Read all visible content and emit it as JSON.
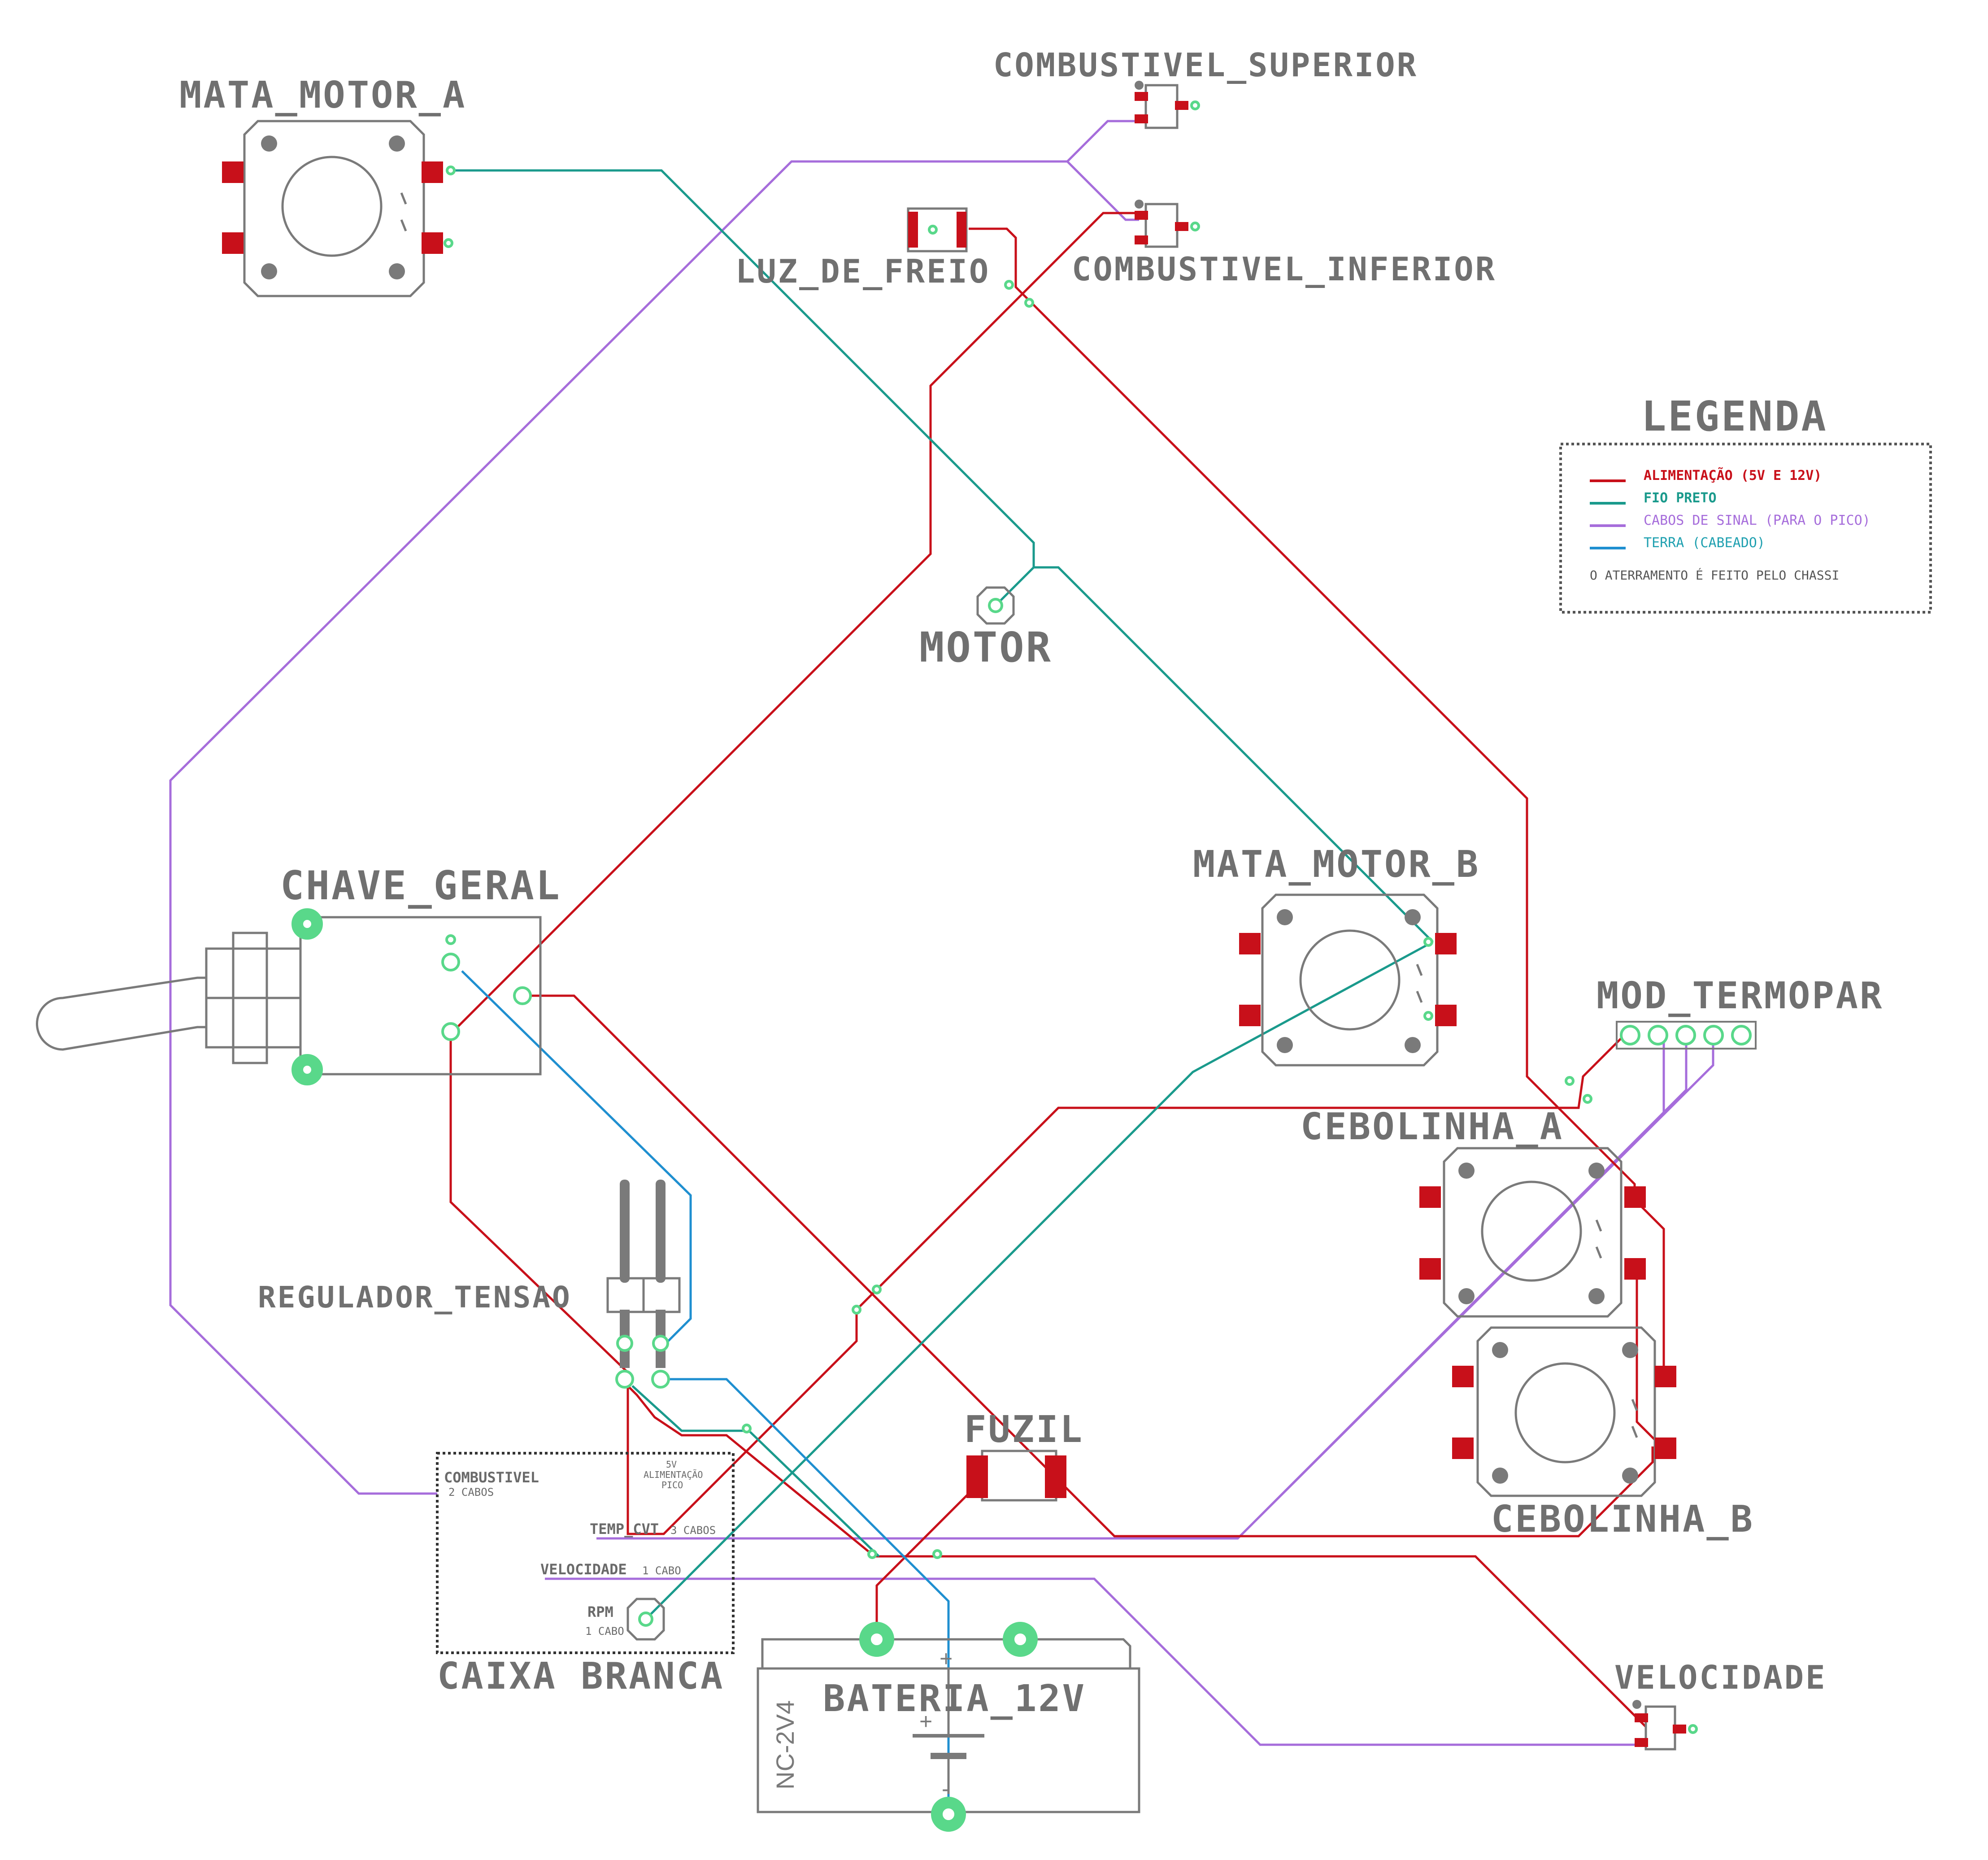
{
  "components": {
    "mata_motor_a": "MATA_MOTOR_A",
    "combustivel_superior": "COMBUSTIVEL_SUPERIOR",
    "combustivel_inferior": "COMBUSTIVEL_INFERIOR",
    "luz_de_freio": "LUZ_DE_FREIO",
    "motor": "MOTOR",
    "chave_geral": "CHAVE_GERAL",
    "mata_motor_b": "MATA_MOTOR_B",
    "mod_termopar": "MOD_TERMOPAR",
    "cebolinha_a": "CEBOLINHA_A",
    "cebolinha_b": "CEBOLINHA_B",
    "regulador_tensao": "REGULADOR_TENSAO",
    "fuzil": "FUZIL",
    "caixa_branca": "CAIXA BRANCA",
    "bateria": "BATERIA_12V",
    "bateria_model": "NC-2V4",
    "velocidade": "VELOCIDADE"
  },
  "caixa": {
    "combustivel": "COMBUSTIVEL",
    "combustivel_sub": "2 CABOS",
    "alim_5v": "5V",
    "alim_label": "ALIMENTAÇÃO",
    "alim_pico": "PICO",
    "temp_cvt": "TEMP_CVT",
    "temp_cvt_sub": "3 CABOS",
    "velocidade": "VELOCIDADE",
    "velocidade_sub": "1 CABO",
    "rpm": "RPM",
    "rpm_sub": "1 CABO"
  },
  "battery_signs": {
    "plus": "+",
    "minus": "-"
  },
  "legend": {
    "title": "LEGENDA",
    "items": [
      {
        "label": "ALIMENTAÇÃO (5V E 12V)",
        "color": "#c8101a"
      },
      {
        "label": "FIO PRETO",
        "color": "#1a9a8c"
      },
      {
        "label": "CABOS DE SINAL (PARA O PICO)",
        "color": "#a66ddb"
      },
      {
        "label": "TERRA (CABEADO)",
        "color": "#1f8fd0"
      }
    ],
    "note": "O ATERRAMENTO É FEITO PELO CHASSI"
  },
  "colors": {
    "power": "#c8101a",
    "black_wire": "#1a9a8c",
    "signal": "#a66ddb",
    "ground": "#1f8fd0",
    "pad_via": "#59d88a",
    "outline": "#7a7a7a"
  }
}
